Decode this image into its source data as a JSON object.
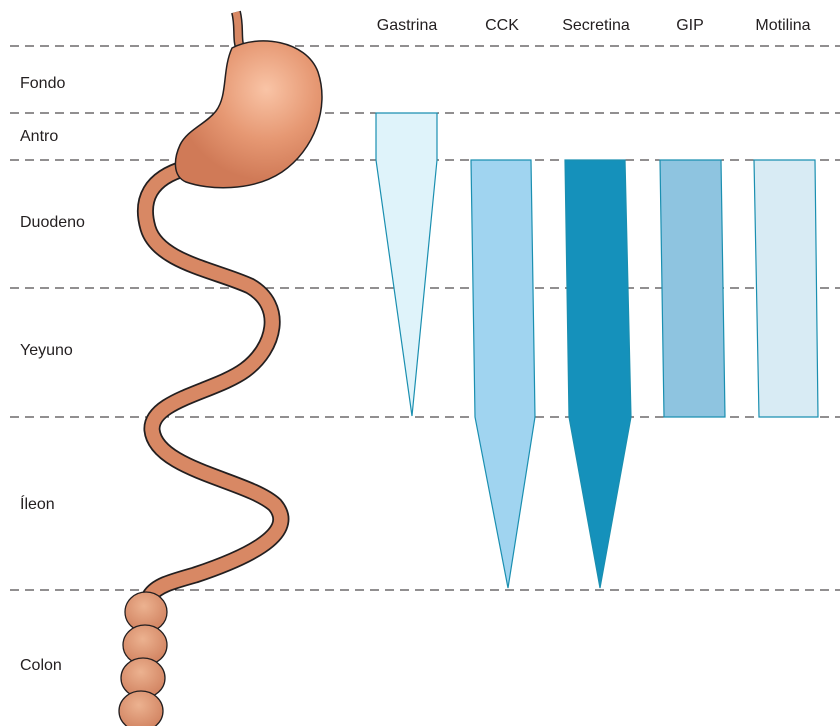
{
  "hormones": [
    {
      "key": "gastrina",
      "label": "Gastrina",
      "color": "#dff3fa",
      "from": "Antro",
      "to": "Yeyuno",
      "shape": "taper"
    },
    {
      "key": "cck",
      "label": "CCK",
      "color": "#a0d4f0",
      "from": "Duodeno",
      "to": "Íleon",
      "shape": "bar-taper"
    },
    {
      "key": "secretina",
      "label": "Secretina",
      "color": "#1591bb",
      "from": "Duodeno",
      "to": "Íleon",
      "shape": "bar-taper"
    },
    {
      "key": "gip",
      "label": "GIP",
      "color": "#8ec4e0",
      "from": "Duodeno",
      "to": "Yeyuno",
      "shape": "bar"
    },
    {
      "key": "motilina",
      "label": "Motilina",
      "color": "#d8ebf4",
      "from": "Duodeno",
      "to": "Yeyuno",
      "shape": "bar"
    }
  ],
  "regions": [
    "Fondo",
    "Antro",
    "Duodeno",
    "Yeyuno",
    "Íleon",
    "Colon"
  ],
  "colors": {
    "organ_fill": "#d88864",
    "organ_outline": "#231f20",
    "divider": "#231f20",
    "bar_outline": "#1a8fb0",
    "stomach_highlight": "#f9c4a6"
  }
}
